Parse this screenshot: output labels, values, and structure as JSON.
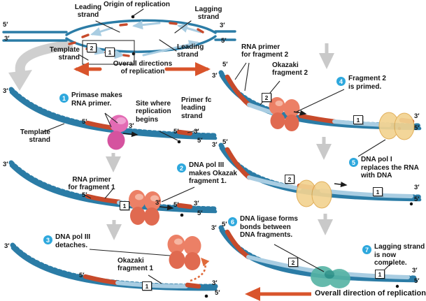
{
  "sym": {
    "p5": "5′",
    "p3": "3′",
    "f1": "1",
    "f2": "2"
  },
  "top": {
    "leading_upper": "Leading\nstrand",
    "origin": "Origin of replication",
    "lagging": "Lagging\nstrand",
    "template": "Template\nstrand",
    "leading_lower": "Leading\nstrand",
    "overall": "Overall directions\nof replication"
  },
  "left": {
    "template_label": "Template\nstrand",
    "site": "Site where\nreplication\nbegins",
    "primer_leading": "Primer fc\nleading\nstrand",
    "rna1": "RNA primer\nfor fragment 1",
    "okazaki1": "Okazaki\nfragment 1"
  },
  "right": {
    "rna2": "RNA primer\nfor fragment 2",
    "okazaki2": "Okazaki\nfragment 2",
    "overall": "Overall direction of replication"
  },
  "steps": [
    {
      "num": "1",
      "text": "Primase makes\nRNA primer."
    },
    {
      "num": "2",
      "text": "DNA pol III\nmakes Okazak\nfragment 1."
    },
    {
      "num": "3",
      "text": "DNA pol III\ndetaches."
    },
    {
      "num": "4",
      "text": "Fragment 2\nis primed."
    },
    {
      "num": "5",
      "text": "DNA pol I\nreplaces the RNA\nwith DNA"
    },
    {
      "num": "6",
      "text": "DNA ligase forms\nbonds between\nDNA fragments."
    },
    {
      "num": "7",
      "text": "Lagging strand\nis now complete."
    }
  ],
  "colors": {
    "template_blue": "#2b7ca6",
    "new_strand_blue": "#a9cde2",
    "rna_primer_red": "#c74a2b",
    "primase_pink": "#e36bb4",
    "dna_pol3_salmon": "#ec8066",
    "dna_pol1_yellow": "#f3d391",
    "ligase_teal": "#55b3a4",
    "step_badge_blue": "#2ea8dd",
    "direction_arrow_orange": "#d9542b",
    "flow_arrow_gray": "#c9c9c9"
  }
}
